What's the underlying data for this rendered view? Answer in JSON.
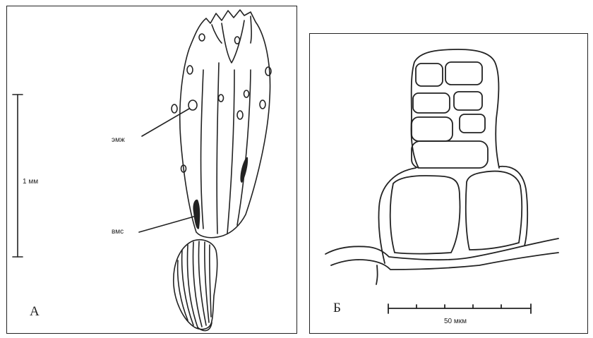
{
  "panel_a": {
    "letter": "А",
    "scale_label": "1 мм",
    "label_secretory_cells": "эмж",
    "label_vessel": "вмс"
  },
  "panel_b": {
    "letter": "Б",
    "scale_label": "50 мкм"
  }
}
